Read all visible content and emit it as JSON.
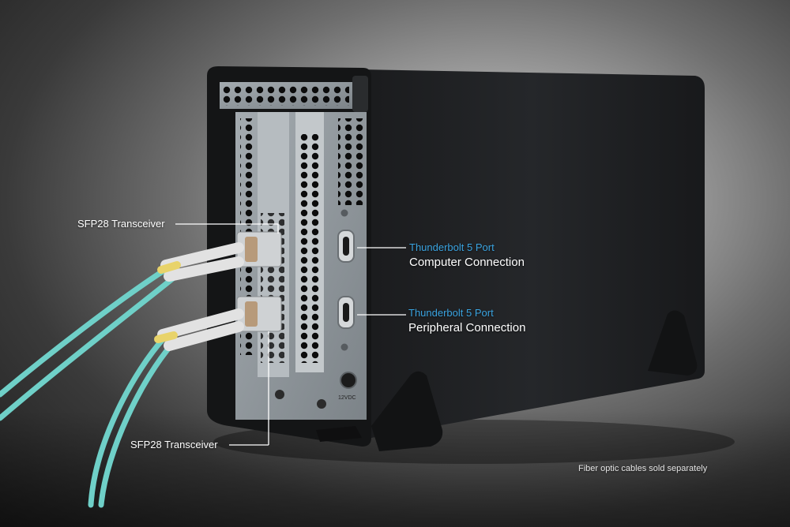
{
  "annotations": {
    "sfp_top": "SFP28 Transceiver",
    "sfp_bottom": "SFP28 Transceiver",
    "tb_computer_title": "Thunderbolt 5 Port",
    "tb_computer_subtitle": "Computer Connection",
    "tb_peripheral_title": "Thunderbolt 5 Port",
    "tb_peripheral_subtitle": "Peripheral Connection",
    "power_label": "12VDC",
    "footnote": "Fiber optic cables sold separately"
  },
  "colors": {
    "accent": "#3aa3e0",
    "enclosure": "#202224",
    "bracket": "#8f969b",
    "cable": "#6fd0c8",
    "connector": "#dcdcdc"
  }
}
